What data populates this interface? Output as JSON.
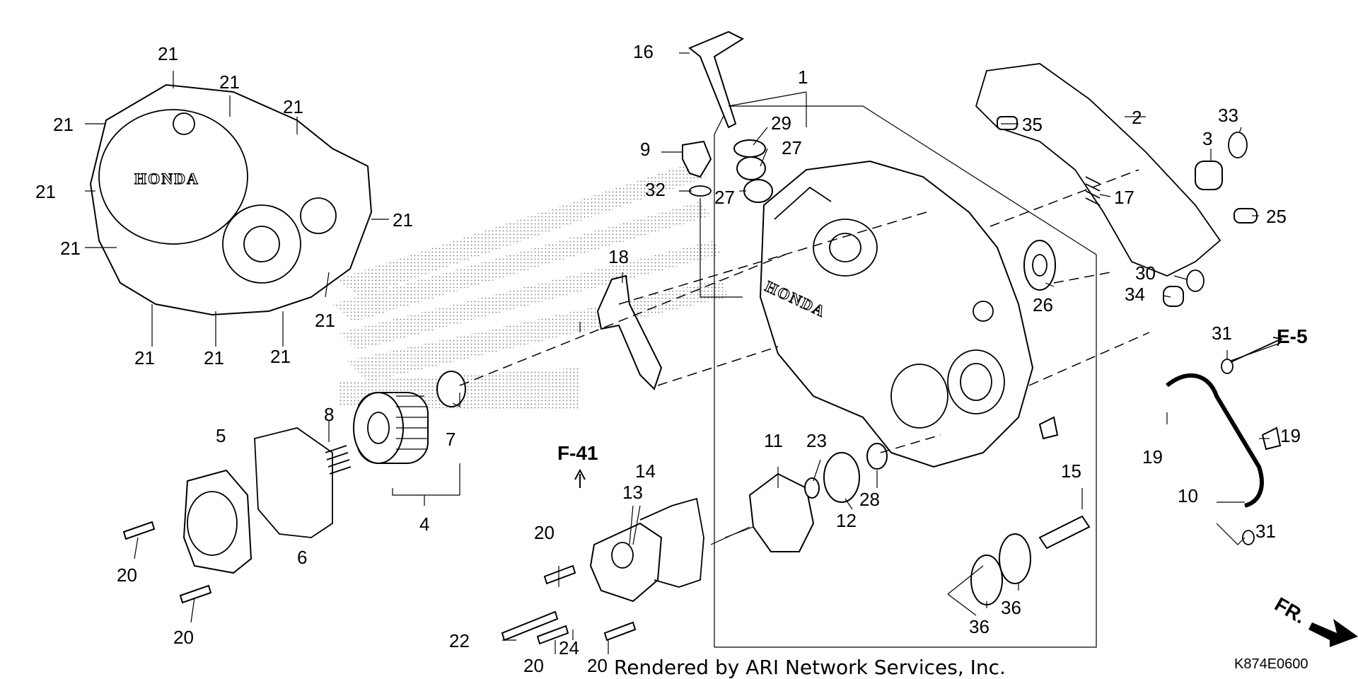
{
  "callouts": {
    "c1": "1",
    "c2": "2",
    "c3": "3",
    "c4": "4",
    "c5": "5",
    "c6": "6",
    "c7": "7",
    "c8": "8",
    "c9": "9",
    "c10": "10",
    "c11": "11",
    "c12": "12",
    "c13": "13",
    "c14": "14",
    "c15": "15",
    "c16": "16",
    "c17": "17",
    "c18": "18",
    "c19": "19",
    "c20": "20",
    "c21": "21",
    "c22": "22",
    "c23": "23",
    "c24": "24",
    "c25": "25",
    "c26": "26",
    "c27": "27",
    "c28": "28",
    "c29": "29",
    "c30": "30",
    "c31": "31",
    "c32": "32",
    "c33": "33",
    "c34": "34",
    "c35": "35",
    "c36": "36"
  },
  "references": {
    "e5": "E-5",
    "f41": "F-41",
    "fr": "FR."
  },
  "logo": "HONDA",
  "credit": "Rendered by ARI Network Services, Inc.",
  "diagram_code": "K874E0600"
}
